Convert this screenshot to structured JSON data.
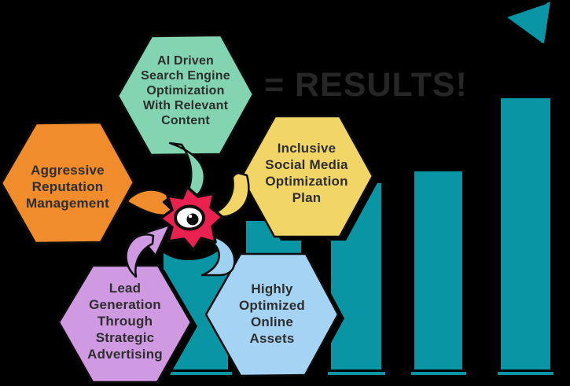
{
  "results": {
    "label": "= RESULTS!"
  },
  "hexagons": [
    {
      "name": "ai-seo",
      "label": "AI Driven\nSearch Engine\nOptimization\nWith Relevant\nContent",
      "color": "#82d5b0"
    },
    {
      "name": "reputation",
      "label": "Aggressive\nReputation\nManagement",
      "color": "#f08c2b"
    },
    {
      "name": "social-media",
      "label": "Inclusive\nSocial Media\nOptimization\nPlan",
      "color": "#f1d667"
    },
    {
      "name": "lead-generation",
      "label": "Lead\nGeneration\nThrough\nStrategic\nAdvertising",
      "color": "#cf9ae2"
    },
    {
      "name": "online-assets",
      "label": "Highly\nOptimized\nOnline\nAssets",
      "color": "#a5d3f3"
    }
  ],
  "chart_data": {
    "type": "bar",
    "title": "",
    "categories": [
      "bar-1",
      "bar-2",
      "bar-3",
      "bar-4",
      "bar-5"
    ],
    "values": [
      162,
      190,
      237,
      252,
      345
    ],
    "unit": "px-height (decorative growth chart, no axes shown)",
    "trend": "increasing",
    "bar_color": "#0a95a5"
  },
  "icons": {
    "center": "eye-pinwheel-icon",
    "top_right": "growth-arrowhead-icon"
  },
  "colors": {
    "background": "#000000",
    "teal": "#0a95a5",
    "green": "#82d5b0",
    "orange": "#f08c2b",
    "yellow": "#f1d667",
    "purple": "#cf9ae2",
    "light_blue": "#a5d3f3",
    "red": "#e9214e",
    "dark_text": "#2e2e2e",
    "results_text": "#262626"
  }
}
